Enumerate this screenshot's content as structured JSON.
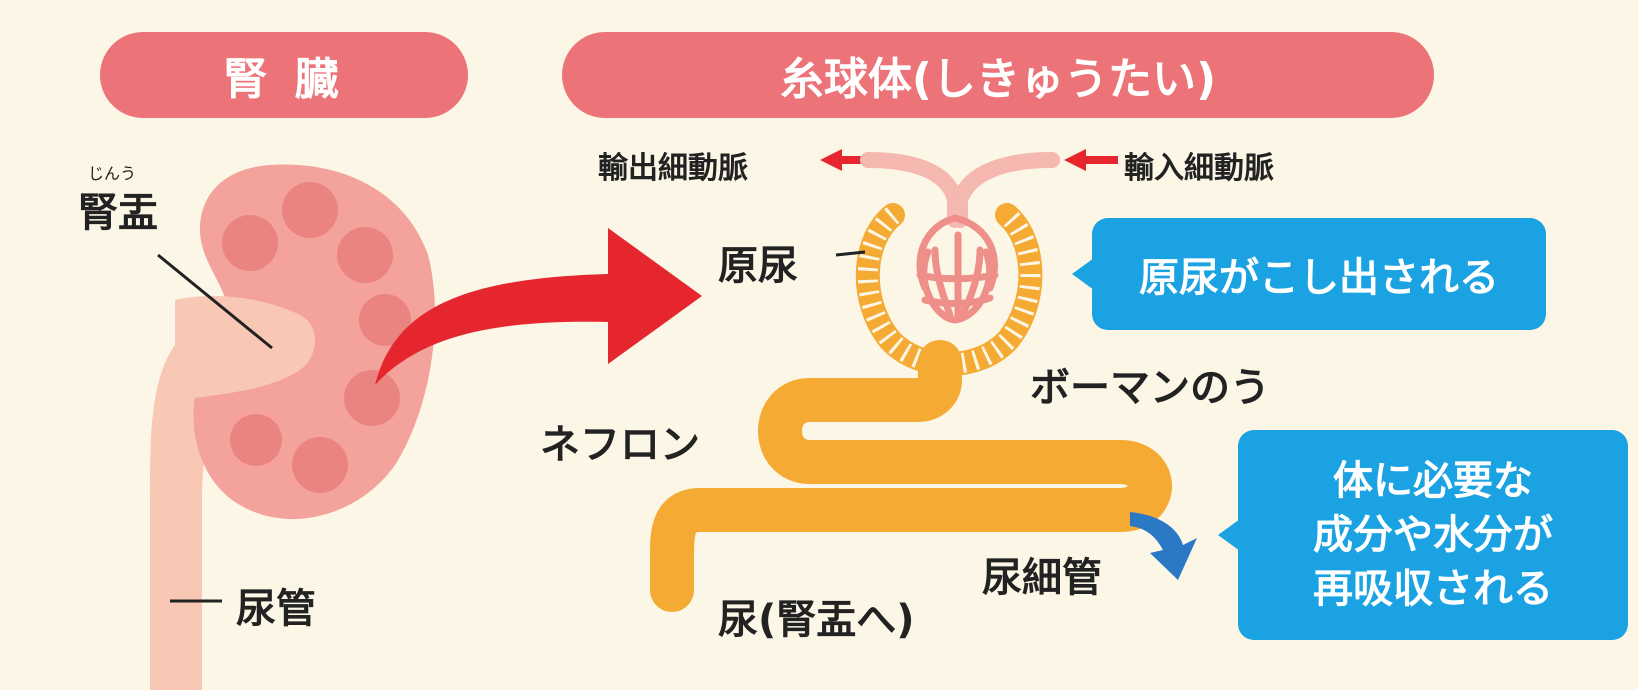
{
  "titles": {
    "kidney": "腎 臓",
    "glomerulus": "糸球体(しきゅうたい)"
  },
  "labels": {
    "renal_pelvis_ruby": "じんう",
    "renal_pelvis": "腎盂",
    "ureter": "尿管",
    "efferent_arteriole": "輸出細動脈",
    "afferent_arteriole": "輸入細動脈",
    "primary_urine": "原尿",
    "bowman_capsule": "ボーマンのう",
    "nephron": "ネフロン",
    "renal_tubule": "尿細管",
    "urine_to_pelvis": "尿(腎盂へ)"
  },
  "callouts": {
    "filtration": "原尿がこし出される",
    "reabsorption": [
      "体に必要な",
      "成分や水分が",
      "再吸収される"
    ]
  },
  "colors": {
    "pill": "#ec7377",
    "kidney": "#f3a39b",
    "kidney_spot": "#ea8480",
    "ureter": "#f9c8b5",
    "tubule": "#f5aa33",
    "glomerulus": "#ef8f8a",
    "red_arrow": "#e5262e",
    "blue_arrow": "#2b78c5",
    "callout": "#1aa2e2",
    "background": "#fbf6e6"
  },
  "icons": {
    "big_arrow": "curved-right-arrow",
    "small_arrows": "left-arrow",
    "reabsorb_arrow": "curved-down-arrow"
  }
}
